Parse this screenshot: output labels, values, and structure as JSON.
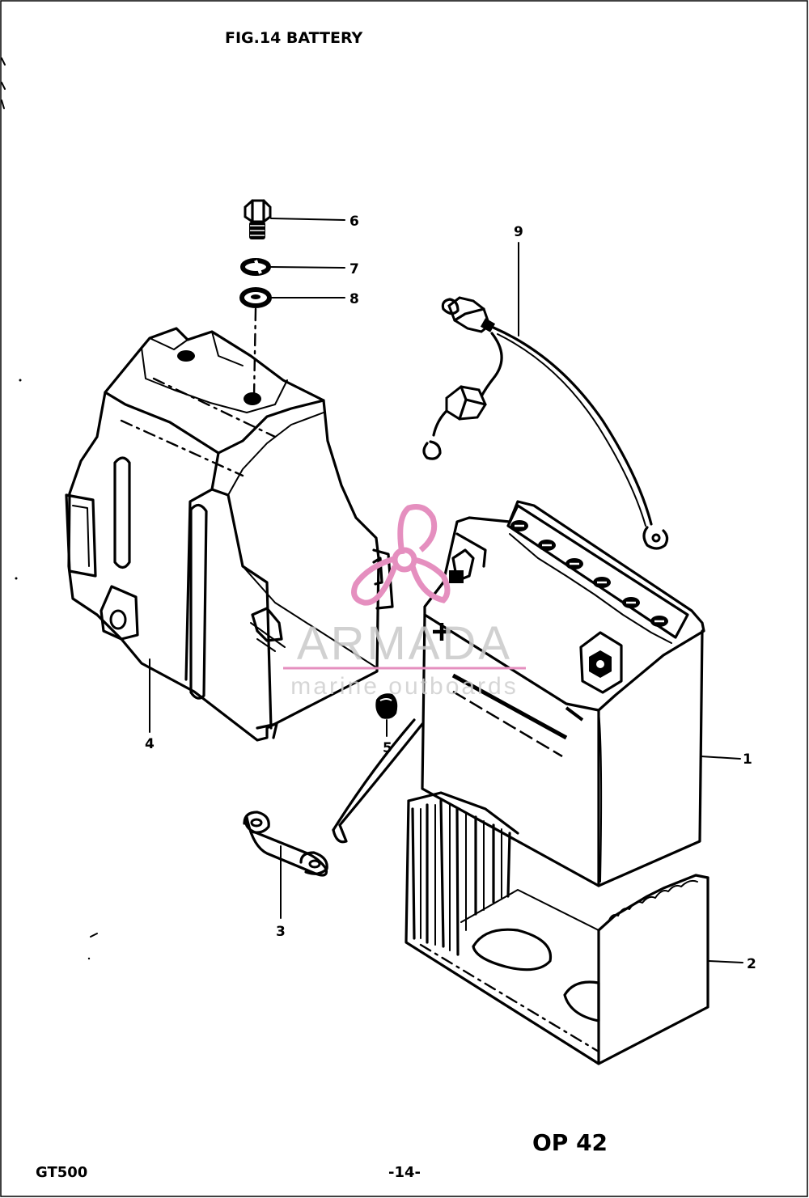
{
  "figure": {
    "title": "FIG.14 BATTERY",
    "model": "GT500",
    "page": "-14-",
    "handwritten_note": "OP 42"
  },
  "watermark": {
    "brand": "ARMADA",
    "tagline": "marine outboards",
    "accent_color": "#e58fbf",
    "text_color": "#c9c9c9"
  },
  "callouts": [
    {
      "number": "1",
      "part": "battery"
    },
    {
      "number": "2",
      "part": "battery-tray"
    },
    {
      "number": "3",
      "part": "battery-strap"
    },
    {
      "number": "4",
      "part": "battery-cover"
    },
    {
      "number": "5",
      "part": "cushion"
    },
    {
      "number": "6",
      "part": "bolt"
    },
    {
      "number": "7",
      "part": "spring-washer"
    },
    {
      "number": "8",
      "part": "washer"
    },
    {
      "number": "9",
      "part": "cable"
    }
  ]
}
